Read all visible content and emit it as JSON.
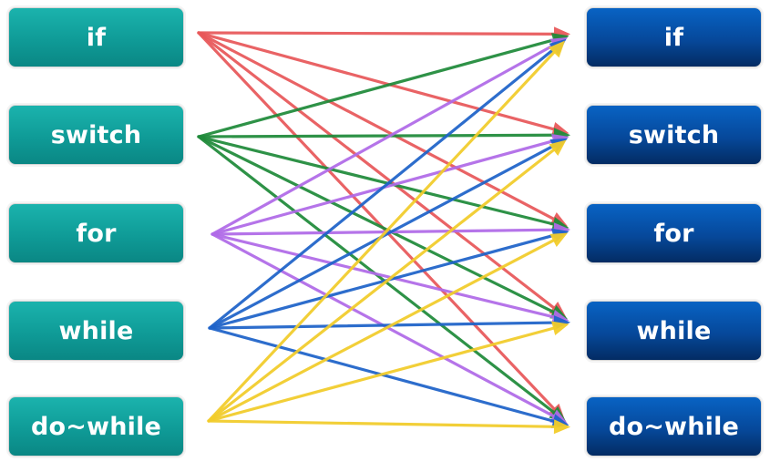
{
  "left_nodes": [
    "if",
    "switch",
    "for",
    "while",
    "do~while"
  ],
  "right_nodes": [
    "if",
    "switch",
    "for",
    "while",
    "do~while"
  ],
  "connections": [
    {
      "from": 0,
      "to": 0,
      "color": "#e8585a"
    },
    {
      "from": 0,
      "to": 1,
      "color": "#e8585a"
    },
    {
      "from": 0,
      "to": 2,
      "color": "#e8585a"
    },
    {
      "from": 0,
      "to": 3,
      "color": "#e8585a"
    },
    {
      "from": 0,
      "to": 4,
      "color": "#e8585a"
    },
    {
      "from": 1,
      "to": 0,
      "color": "#1f8a3a"
    },
    {
      "from": 1,
      "to": 1,
      "color": "#1f8a3a"
    },
    {
      "from": 1,
      "to": 2,
      "color": "#1f8a3a"
    },
    {
      "from": 1,
      "to": 3,
      "color": "#1f8a3a"
    },
    {
      "from": 1,
      "to": 4,
      "color": "#1f8a3a"
    },
    {
      "from": 2,
      "to": 0,
      "color": "#b06ae8"
    },
    {
      "from": 2,
      "to": 1,
      "color": "#b06ae8"
    },
    {
      "from": 2,
      "to": 2,
      "color": "#b06ae8"
    },
    {
      "from": 2,
      "to": 3,
      "color": "#b06ae8"
    },
    {
      "from": 2,
      "to": 4,
      "color": "#b06ae8"
    },
    {
      "from": 3,
      "to": 0,
      "color": "#1e63c9"
    },
    {
      "from": 3,
      "to": 1,
      "color": "#1e63c9"
    },
    {
      "from": 3,
      "to": 2,
      "color": "#1e63c9"
    },
    {
      "from": 3,
      "to": 3,
      "color": "#1e63c9"
    },
    {
      "from": 3,
      "to": 4,
      "color": "#1e63c9"
    },
    {
      "from": 4,
      "to": 0,
      "color": "#f2cc2a"
    },
    {
      "from": 4,
      "to": 1,
      "color": "#f2cc2a"
    },
    {
      "from": 4,
      "to": 2,
      "color": "#f2cc2a"
    },
    {
      "from": 4,
      "to": 3,
      "color": "#f2cc2a"
    },
    {
      "from": 4,
      "to": 4,
      "color": "#f2cc2a"
    }
  ],
  "colors": {
    "left_box": "#0f9b97",
    "right_box": "#06489a"
  }
}
